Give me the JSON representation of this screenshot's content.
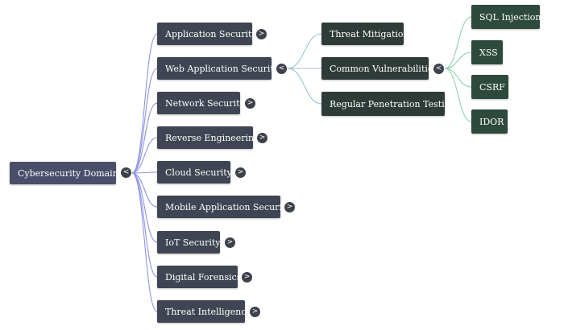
{
  "colors": {
    "root": "#4a4e6a",
    "level1": "#3f4552",
    "level2": "#2f3b38",
    "level3": "#2e4a3c",
    "edge_root": "#8e93e3",
    "edge_level1": "#9cc3d6",
    "edge_level2": "#8fd1b0"
  },
  "toggle_icons": {
    "collapsed": ">",
    "expanded": "<"
  },
  "root": {
    "label": "Cybersecurity Domains",
    "toggle": "<"
  },
  "level1": [
    {
      "label": "Application Security",
      "toggle": ">"
    },
    {
      "label": "Web Application Security",
      "toggle": "<"
    },
    {
      "label": "Network Security",
      "toggle": ">"
    },
    {
      "label": "Reverse Engineering",
      "toggle": ">"
    },
    {
      "label": "Cloud Security",
      "toggle": ">"
    },
    {
      "label": "Mobile Application Security",
      "toggle": ">"
    },
    {
      "label": "IoT Security",
      "toggle": ">"
    },
    {
      "label": "Digital Forensics",
      "toggle": ">"
    },
    {
      "label": "Threat Intelligence",
      "toggle": ">"
    }
  ],
  "level2": [
    {
      "label": "Threat Mitigation"
    },
    {
      "label": "Common Vulnerabilities",
      "toggle": "<"
    },
    {
      "label": "Regular Penetration Testing"
    }
  ],
  "level3": [
    {
      "label": "SQL Injection"
    },
    {
      "label": "XSS"
    },
    {
      "label": "CSRF"
    },
    {
      "label": "IDOR"
    }
  ]
}
